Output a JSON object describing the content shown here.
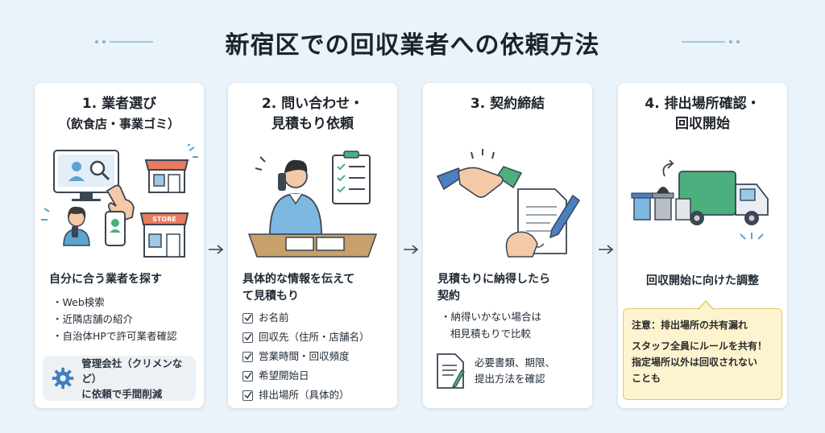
{
  "title": "新宿区での回収業者への依頼方法",
  "steps": [
    {
      "title": "1. 業者選び",
      "subtitle": "（飲食店・事業ゴミ）",
      "lead": "自分に合う業者を探す",
      "bullets": [
        "Web検索",
        "近隣店舗の紹介",
        "自治体HPで許可業者確認"
      ],
      "store_sign": "STORE",
      "note_lines": [
        "管理会社（クリメンなど）",
        "に依頼で手間削減"
      ]
    },
    {
      "title": "2. 問い合わせ・",
      "subtitle": "見積もり依頼",
      "lead_lines": [
        "具体的な情報を伝えて",
        "て見積もり"
      ],
      "checklist": [
        "お名前",
        "回収先（住所・店舗名）",
        "営業時間・回収頻度",
        "希望開始日",
        "排出場所（具体的）"
      ]
    },
    {
      "title": "3. 契約締結",
      "lead_lines": [
        "見積もりに納得したら",
        "契約"
      ],
      "bullets": [
        "納得いかない場合は"
      ],
      "bullet_cont": "相見積もりで比較",
      "doc_lines": [
        "必要書類、期限、",
        "提出方法を確認"
      ]
    },
    {
      "title": "4. 排出場所確認・",
      "subtitle": "回収開始",
      "lead": "回収開始に向けた調整",
      "caution_lines": [
        "注意：排出場所の共有漏れ",
        "スタッフ全員にルールを共有！",
        "指定場所以外は回収されない",
        "ことも"
      ]
    }
  ],
  "colors": {
    "background": "#eaf3f9",
    "accent_blue": "#5ba3d0",
    "accent_green": "#4caf7d",
    "caution_bg": "#fdf4cf",
    "caution_border": "#e8c766"
  }
}
